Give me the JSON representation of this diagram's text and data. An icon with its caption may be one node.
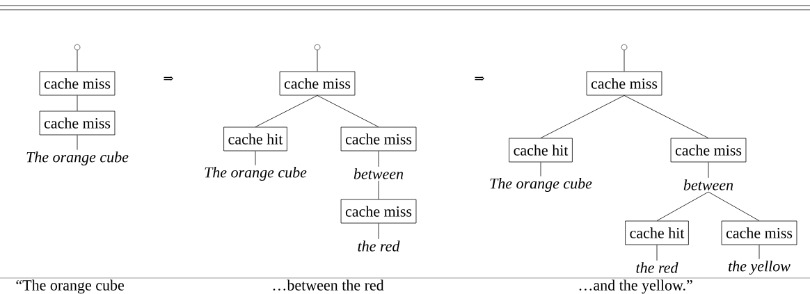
{
  "diagram": {
    "nodes": [
      {
        "text": [],
        "shape": "circle"
      },
      {
        "text": [
          "cache miss"
        ]
      },
      {
        "text": [
          "cache miss"
        ]
      },
      {
        "text": [
          "The orange cube"
        ]
      },
      {
        "text": [],
        "shape": "circle"
      },
      {
        "text": [
          "cache miss"
        ]
      },
      {
        "text": [
          "cache hit"
        ]
      },
      {
        "text": [
          "cache miss"
        ]
      },
      {
        "text": [
          "The orange cube"
        ]
      },
      {
        "text": [
          "between"
        ]
      },
      {
        "text": [
          "cache miss"
        ]
      },
      {
        "text": [
          "the red"
        ]
      },
      {
        "text": [],
        "shape": "circle"
      },
      {
        "text": [
          "cache miss"
        ]
      },
      {
        "text": [
          "cache hit"
        ]
      },
      {
        "text": [
          "cache miss"
        ]
      },
      {
        "text": [
          "The orange cube"
        ]
      },
      {
        "text": [
          "between"
        ]
      },
      {
        "text": [
          "cache hit"
        ]
      },
      {
        "text": [
          "cache miss"
        ]
      },
      {
        "text": [
          "the red"
        ]
      },
      {
        "text": [
          "the yellow"
        ]
      }
    ],
    "edges": [
      {
        "from": 0,
        "to": 1,
        "arrow": "none"
      },
      {
        "from": 1,
        "to": 2,
        "arrow": "none"
      },
      {
        "from": 2,
        "to": 3,
        "arrow": "none"
      },
      {
        "from": 4,
        "to": 5,
        "arrow": "none"
      },
      {
        "from": 5,
        "to": 6,
        "arrow": "none"
      },
      {
        "from": 5,
        "to": 7,
        "arrow": "none"
      },
      {
        "from": 6,
        "to": 8,
        "arrow": "none"
      },
      {
        "from": 7,
        "to": 9,
        "arrow": "none"
      },
      {
        "from": 9,
        "to": 10,
        "arrow": "none"
      },
      {
        "from": 10,
        "to": 11,
        "arrow": "none"
      },
      {
        "from": 12,
        "to": 13,
        "arrow": "none"
      },
      {
        "from": 13,
        "to": 14,
        "arrow": "none"
      },
      {
        "from": 13,
        "to": 15,
        "arrow": "none"
      },
      {
        "from": 14,
        "to": 16,
        "arrow": "none"
      },
      {
        "from": 15,
        "to": 17,
        "arrow": "none"
      },
      {
        "from": 17,
        "to": 18,
        "arrow": "none"
      },
      {
        "from": 17,
        "to": 19,
        "arrow": "none"
      },
      {
        "from": 18,
        "to": 20,
        "arrow": "none"
      },
      {
        "from": 19,
        "to": 21,
        "arrow": "none"
      }
    ],
    "labels": [
      "⇒",
      "⇒",
      "“The orange cube",
      "…between the red",
      "…and the yellow.”"
    ]
  }
}
